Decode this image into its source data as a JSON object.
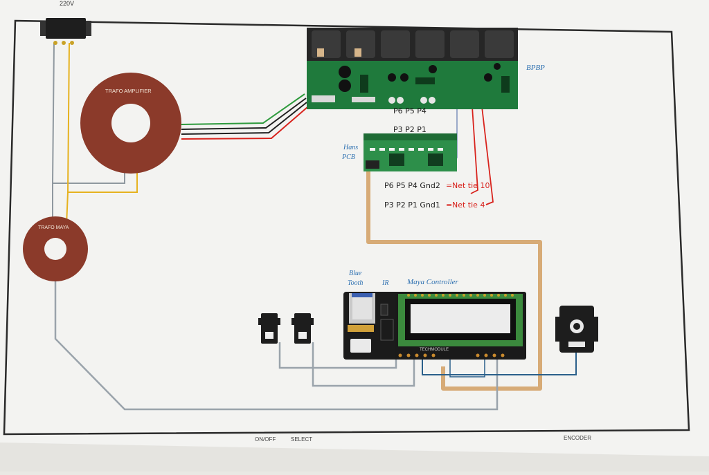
{
  "labels": {
    "mains": "220V",
    "trafo_amplifier": "TRAFO AMPLIFIER",
    "trafo_maya": "TRAFO MAYA",
    "bpbp": "BPBP",
    "hans_line1": "Hans",
    "hans_line2": "PCB",
    "bpbp_pins": "P6  P5  P4",
    "hans_pins": "P3  P2  P1",
    "net_tie_10_pins": "P6  P5  P4  Gnd2",
    "net_tie_10_eq": "=",
    "net_tie_10_name": "Net tie 10",
    "net_tie_4_pins": "P3  P2  P1  Gnd1",
    "net_tie_4_eq": "=",
    "net_tie_4_name": "Net tie 4",
    "bluetooth_line1": "Blue",
    "bluetooth_line2": "Tooth",
    "ir": "IR",
    "maya_controller": "Maya Controller",
    "onoff": "ON/OFF",
    "select": "SELECT",
    "encoder": "ENCODER",
    "pcb_silkscreen": "TECHMODULE"
  },
  "colors": {
    "paper": "#f3f3f1",
    "frame": "#2a2a2a",
    "toroid": "#8b3a2a",
    "pcb_green": "#1f7a3c",
    "wire_gray": "#9aa3ab",
    "wire_tan": "#d7ab77",
    "wire_red": "#d8231d",
    "wire_yellow": "#e6b21f",
    "wire_green": "#2d9a3c",
    "wire_black": "#202020",
    "text_blue": "#2c6fb0"
  },
  "icons": [
    "mains-inlet-icon",
    "toroid-icon",
    "switch-icon",
    "encoder-icon",
    "bluetooth-module-icon",
    "lcd-display-icon"
  ]
}
